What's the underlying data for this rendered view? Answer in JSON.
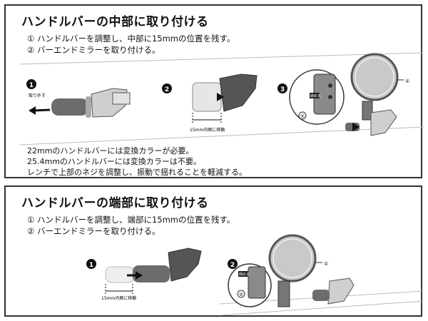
{
  "section_top": {
    "title": "ハンドルバーの中部に取り付ける",
    "steps": [
      "① ハンドルバーを調整し、中部に15mmの位置を残す。",
      "② バーエンドミラーを取り付ける。"
    ],
    "step_markers": [
      "❶",
      "❷",
      "❸"
    ],
    "labels": {
      "remove": "取り外す",
      "measure": "15mm内側に移動",
      "tighten": "締める",
      "part_1": "①",
      "part_2": "②"
    },
    "notes": [
      "22mmのハンドルバーには変換カラーが必要。",
      "25.4mmのハンドルバーには変換カラーは不要。",
      "レンチで上部のネジを調整し、振動で揺れることを軽減する。"
    ]
  },
  "section_bottom": {
    "title": "ハンドルバーの端部に取り付ける",
    "steps": [
      "① ハンドルバーを調整し、端部に15mmの位置を残す。",
      "② バーエンドミラーを取り付ける。"
    ],
    "step_markers": [
      "❶",
      "❷"
    ],
    "labels": {
      "measure": "15mm内側に移動",
      "tighten": "締める",
      "part_1": "①",
      "part_2": "②"
    }
  }
}
